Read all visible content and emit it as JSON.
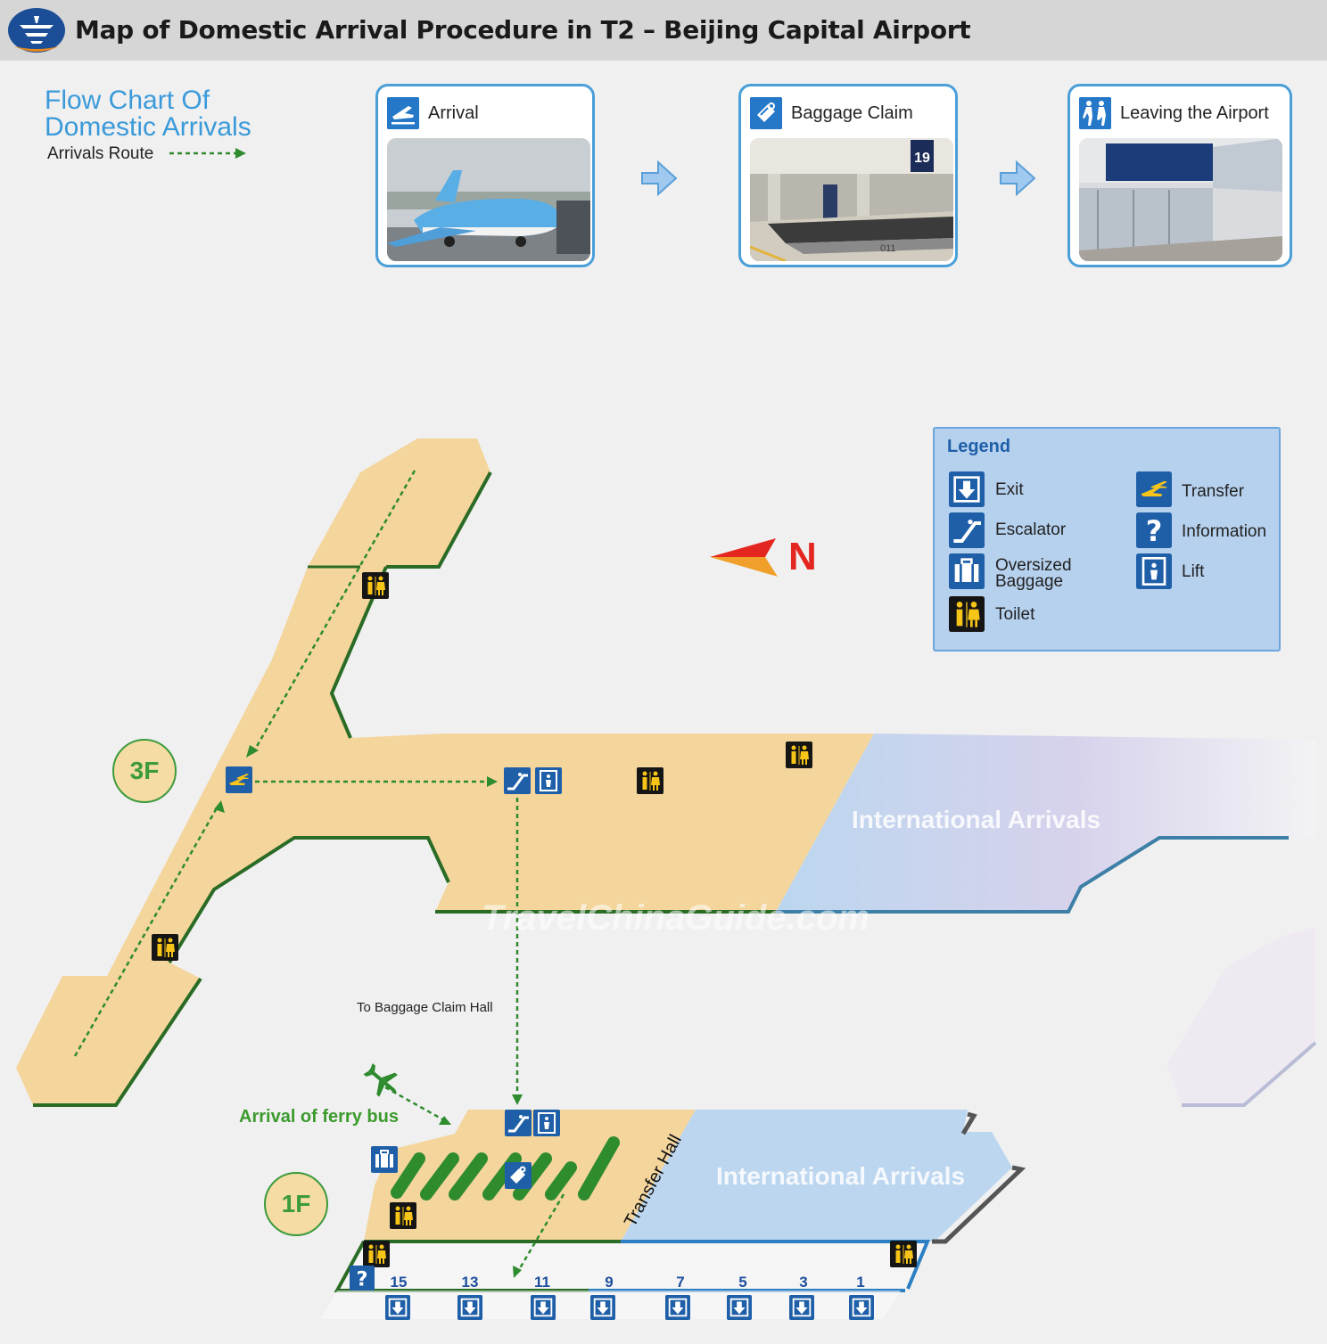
{
  "header": {
    "title": "Map of Domestic Arrival Procedure in T2 – Beijing Capital Airport"
  },
  "flow_chart": {
    "title_line1": "Flow Chart Of",
    "title_line2": "Domestic Arrivals",
    "route_key": "Arrivals Route",
    "steps": [
      {
        "label": "Arrival",
        "icon": "plane-landing-icon"
      },
      {
        "label": "Baggage Claim",
        "icon": "baggage-tag-icon"
      },
      {
        "label": "Leaving the Airport",
        "icon": "people-walking-icon"
      }
    ],
    "carousel_number": "19",
    "belt_number": "011"
  },
  "legend": {
    "title": "Legend",
    "items": [
      {
        "label": "Exit",
        "icon": "exit-icon"
      },
      {
        "label": "Escalator",
        "icon": "escalator-icon"
      },
      {
        "label_line1": "Oversized",
        "label_line2": "Baggage",
        "icon": "oversized-baggage-icon"
      },
      {
        "label": "Toilet",
        "icon": "toilet-icon"
      },
      {
        "label": "Transfer",
        "icon": "transfer-icon"
      },
      {
        "label": "Information",
        "icon": "information-icon"
      },
      {
        "label": "Lift",
        "icon": "lift-icon"
      }
    ]
  },
  "compass": {
    "label": "N"
  },
  "map": {
    "floor_3": "3F",
    "floor_1": "1F",
    "intl_3f": "International Arrivals",
    "intl_1f": "International Arrivals",
    "to_baggage": "To Baggage Claim Hall",
    "ferry": "Arrival of ferry bus",
    "transfer_hall": "Transfer Hall",
    "watermark": "TravelChinaGuide.com",
    "gates": [
      "15",
      "13",
      "11",
      "9",
      "7",
      "5",
      "3",
      "1"
    ]
  },
  "colors": {
    "domestic_area": "#f4d59c",
    "international_area": "#bcd6ef",
    "route": "#2e8b2e",
    "icon_blue": "#1f5fa8",
    "header_bg": "#d6d6d6"
  }
}
